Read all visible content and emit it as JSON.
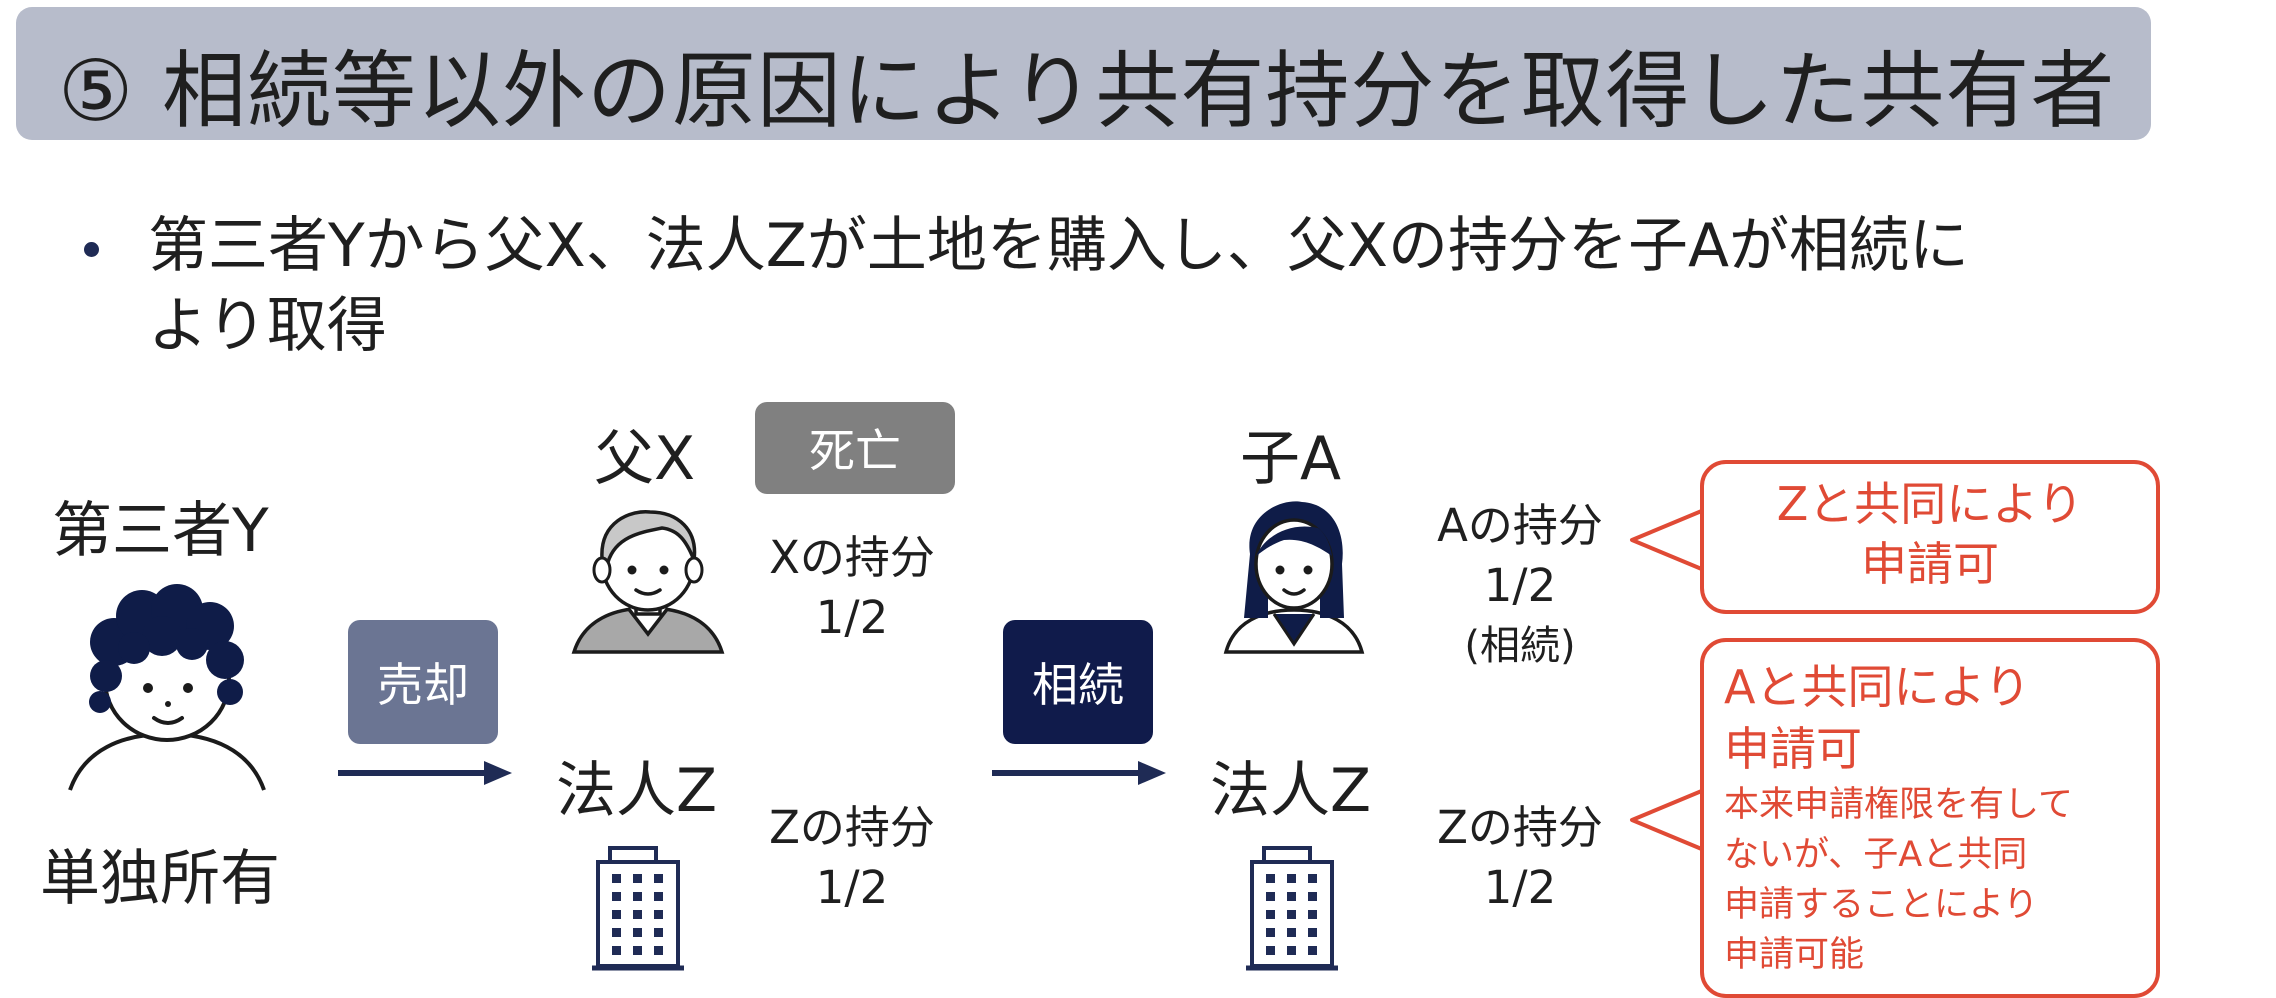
{
  "title": "⑤ 相続等以外の原因により共有持分を取得した共有者",
  "bullet": {
    "line1": "第三者Yから父X、法人Zが土地を購入し、父Xの持分を子Aが相続に",
    "line2": "より取得"
  },
  "diagram": {
    "third_party_label": "第三者Y",
    "sole_owner_label": "単独所有",
    "sale_tag": "売却",
    "father_label": "父X",
    "death_tag": "死亡",
    "x_share": {
      "line1": "Xの持分",
      "line2": "1/2"
    },
    "corp_label_left": "法人Z",
    "z_share_left": {
      "line1": "Zの持分",
      "line2": "1/2"
    },
    "inherit_tag": "相続",
    "child_label": "子A",
    "a_share": {
      "line1": "Aの持分",
      "line2": "1/2",
      "line3": "(相続)"
    },
    "corp_label_right": "法人Z",
    "z_share_right": {
      "line1": "Zの持分",
      "line2": "1/2"
    },
    "callout_top": {
      "line1": "Zと共同により",
      "line2": "申請可"
    },
    "callout_bottom": {
      "line1": "Aと共同により",
      "line2": "申請可",
      "note1": "本来申請権限を有して",
      "note2": "ないが、子Aと共同",
      "note3": "申請することにより",
      "note4": "申請可能"
    }
  },
  "colors": {
    "title_bg": "#b7bccb",
    "sale_tag_bg": "#6b7593",
    "death_tag_bg": "#808080",
    "inherit_tag_bg": "#101b4b",
    "arrow": "#1f2b55",
    "callout_accent": "#e04a35"
  }
}
